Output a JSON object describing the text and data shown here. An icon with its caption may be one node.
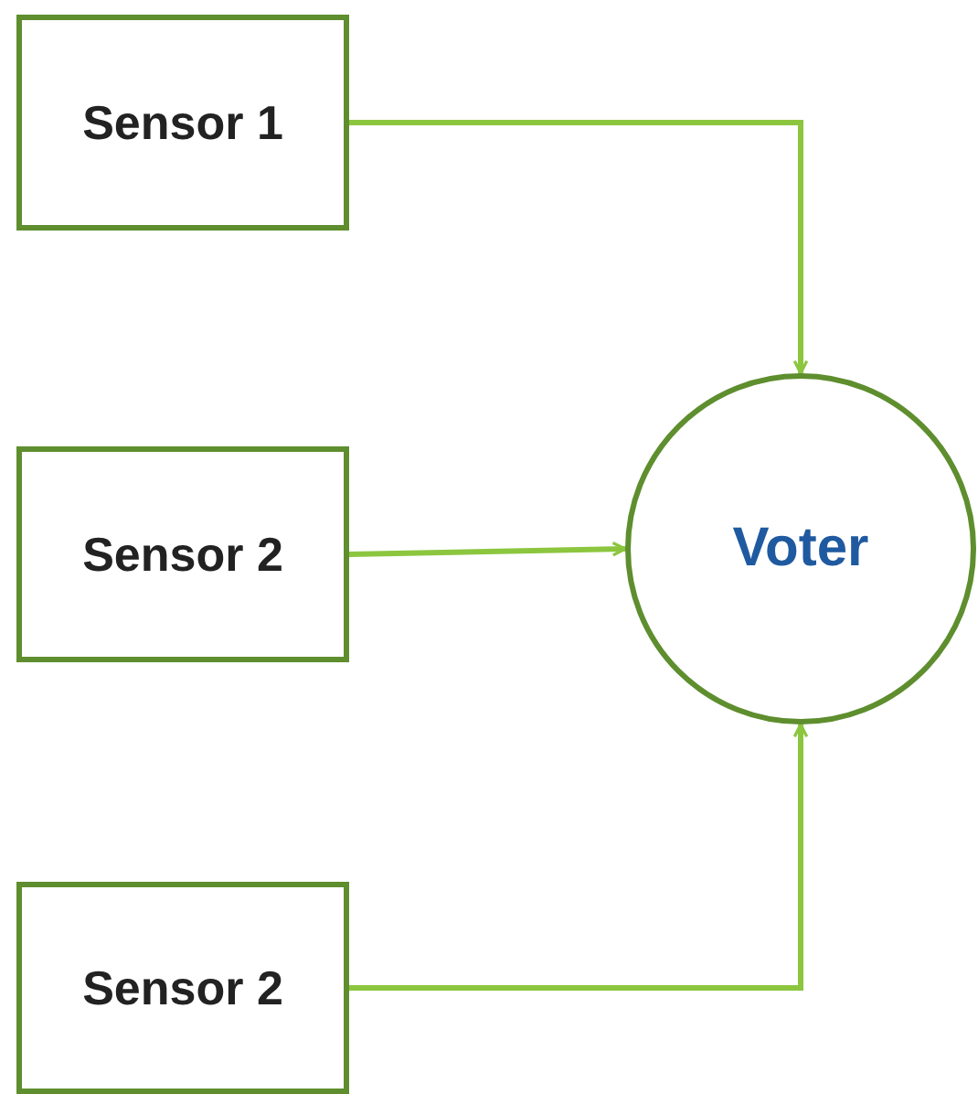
{
  "diagram": {
    "nodes": [
      {
        "text": [
          "Sensor 1"
        ]
      },
      {
        "text": [
          "Sensor 2"
        ]
      },
      {
        "text": [
          "Sensor 2"
        ]
      },
      {
        "text": [
          "Voter"
        ]
      }
    ],
    "edges": [
      {
        "from": 0,
        "to": 3,
        "arrow": "to"
      },
      {
        "from": 1,
        "to": 3,
        "arrow": "to"
      },
      {
        "from": 2,
        "to": 3,
        "arrow": "to"
      }
    ]
  }
}
